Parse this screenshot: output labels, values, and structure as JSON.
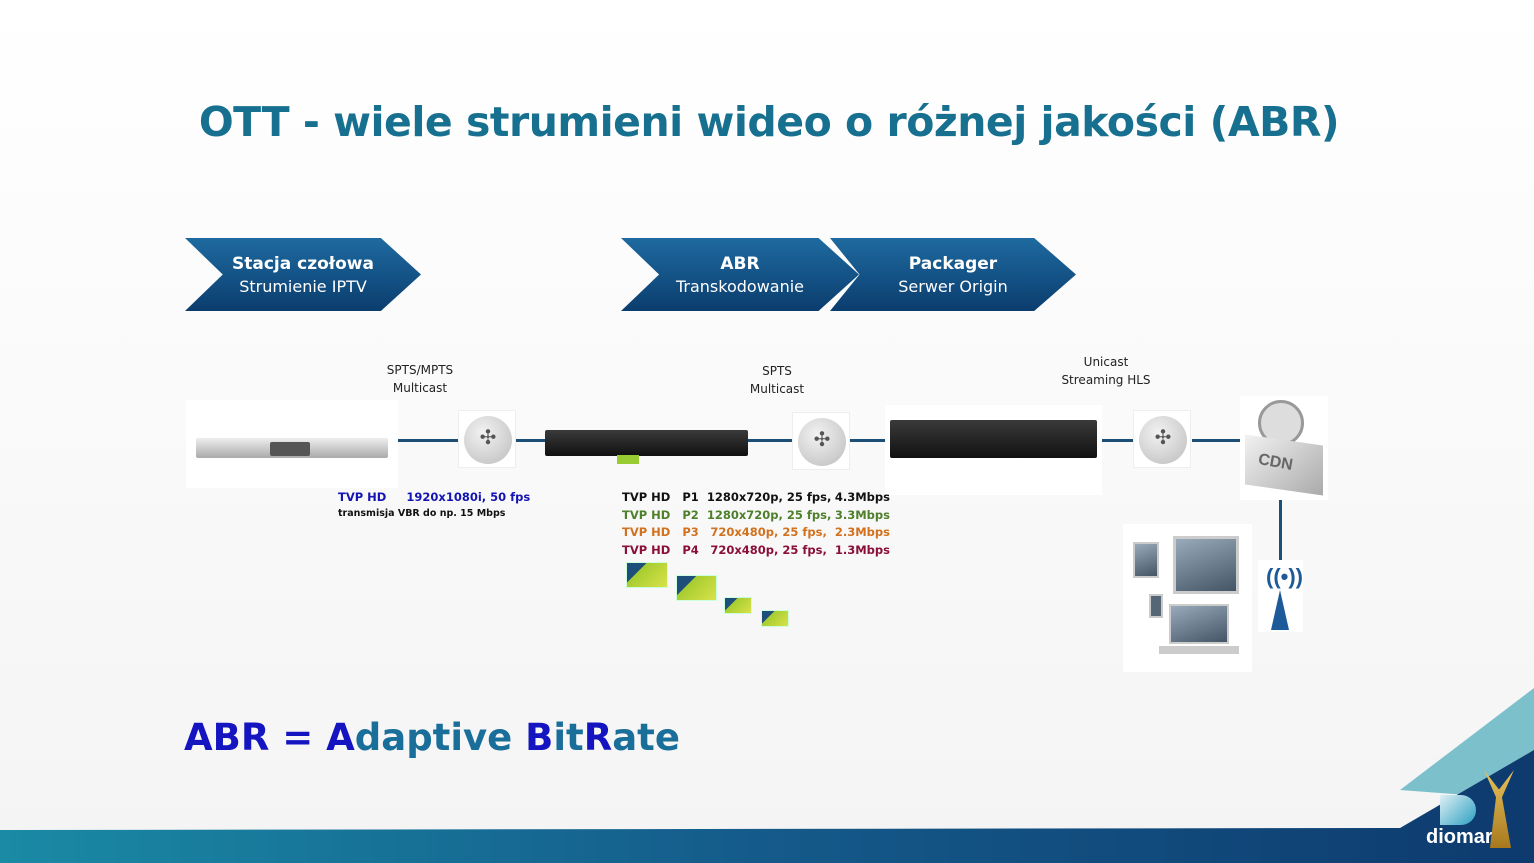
{
  "title": "OTT - wiele strumieni wideo o różnej jakości (ABR)",
  "chevrons": [
    {
      "line1": "Stacja czołowa",
      "line2": "Strumienie IPTV"
    },
    {
      "line1": "ABR",
      "line2": "Transkodowanie"
    },
    {
      "line1": "Packager",
      "line2": "Serwer Origin"
    }
  ],
  "links": [
    {
      "line1": "SPTS/MPTS",
      "line2": "Multicast"
    },
    {
      "line1": "SPTS",
      "line2": "Multicast"
    },
    {
      "line1": "Unicast",
      "line2": "Streaming HLS"
    }
  ],
  "source": {
    "channel": "TVP HD",
    "format": "1920x1080i, 50 fps",
    "note": "transmisja VBR do np. 15 Mbps"
  },
  "profiles": [
    {
      "channel": "TVP HD",
      "id": "P1",
      "format": "1280x720p, 25 fps,",
      "bitrate": "4.3Mbps",
      "color": "#111111"
    },
    {
      "channel": "TVP HD",
      "id": "P2",
      "format": "1280x720p, 25 fps,",
      "bitrate": "3.3Mbps",
      "color": "#4e7f2a"
    },
    {
      "channel": "TVP HD",
      "id": "P3",
      "format": "720x480p, 25 fps,",
      "bitrate": "2.3Mbps",
      "color": "#d2711d"
    },
    {
      "channel": "TVP HD",
      "id": "P4",
      "format": "720x480p, 25 fps,",
      "bitrate": "1.3Mbps",
      "color": "#8a1038"
    }
  ],
  "cdn_label": "CDN",
  "abr": {
    "A": "A",
    "B": "B",
    "R": "R",
    "eq": "ABR = ",
    "daptive": "daptive ",
    "it": "it",
    "ate": "ate"
  },
  "logo": {
    "text": "diomar"
  }
}
